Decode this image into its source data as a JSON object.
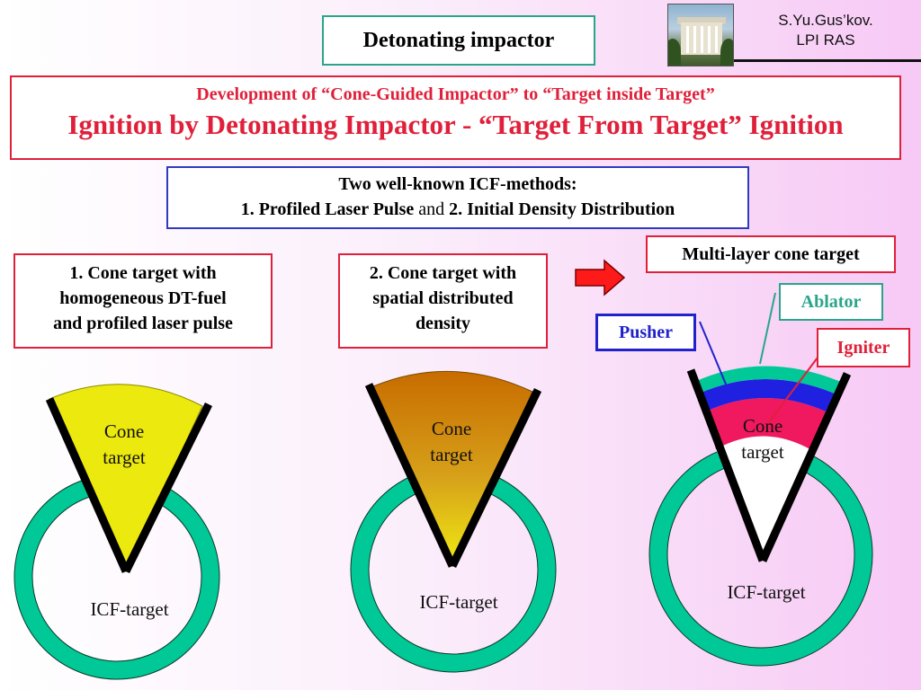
{
  "header": {
    "title": "Detonating impactor",
    "author_line1": "S.Yu.Gus’kov.",
    "author_line2": "LPI RAS"
  },
  "development": {
    "line1": "Development of “Cone-Guided Impactor” to “Target inside Target”",
    "line2": "Ignition by Detonating Impactor - “Target From Target” Ignition"
  },
  "methods": {
    "heading": "Two well-known ICF-methods:",
    "method1": "1. Profiled Laser Pulse",
    "and": "and",
    "method2": "2. Initial Density Distribution"
  },
  "case1": {
    "line1": "1. Cone target with",
    "line2": "homogeneous DT-fuel",
    "line3": "and profiled laser pulse"
  },
  "case2": {
    "line1": "2. Cone target with",
    "line2": "spatial distributed",
    "line3": "density"
  },
  "multilayer": {
    "label": "Multi-layer cone target"
  },
  "layers": {
    "pusher": "Pusher",
    "ablator": "Ablator",
    "igniter": "Igniter"
  },
  "diagrams": {
    "cone_label_1": "Cone",
    "cone_label_2": "target",
    "icf_label": "ICF-target"
  },
  "colors": {
    "accent_red": "#e0203a",
    "accent_blue": "#2e3bbf",
    "ring_green": "#00c896",
    "cone_yellow": "#ece90e",
    "cone_brown": "#c76c00",
    "layer_pink": "#f0185e",
    "layer_blue": "#2020e0",
    "arrow_red": "#ff1a1a"
  }
}
